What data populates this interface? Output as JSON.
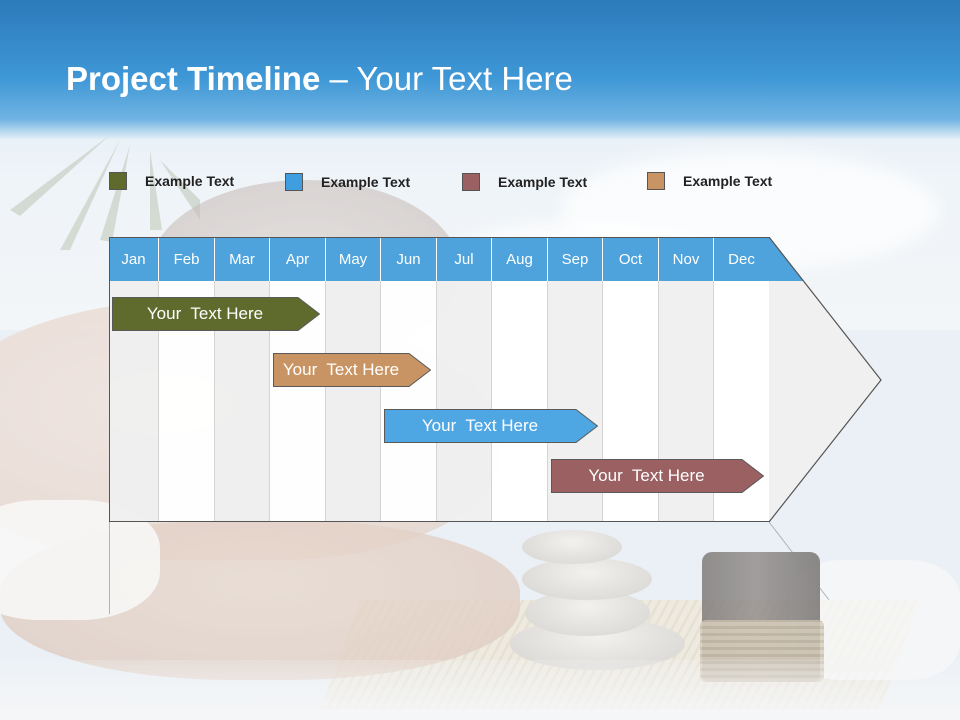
{
  "slide": {
    "title_bold": "Project Timeline",
    "title_rest": " – Your Text Here"
  },
  "legend": [
    {
      "label": "Example Text",
      "color": "#5f6b2d"
    },
    {
      "label": "Example Text",
      "color": "#3f9ee0"
    },
    {
      "label": "Example Text",
      "color": "#9a6062"
    },
    {
      "label": "Example Text",
      "color": "#c99463"
    }
  ],
  "timeline": {
    "months": [
      "Jan",
      "Feb",
      "Mar",
      "Apr",
      "May",
      "Jun",
      "Jul",
      "Aug",
      "Sep",
      "Oct",
      "Nov",
      "Dec"
    ],
    "header_color": "#4ea3dc",
    "tasks": [
      {
        "label": "Your  Text Here",
        "color": "#5f6b2d",
        "start_month": "Jan",
        "end_month": "Apr"
      },
      {
        "label": "Your  Text Here",
        "color": "#c99463",
        "start_month": "Apr",
        "end_month": "Jun"
      },
      {
        "label": "Your  Text Here",
        "color": "#4ea7e3",
        "start_month": "Jun",
        "end_month": "Sep"
      },
      {
        "label": "Your  Text Here",
        "color": "#9a6062",
        "start_month": "Sep",
        "end_month": "Dec"
      }
    ]
  }
}
